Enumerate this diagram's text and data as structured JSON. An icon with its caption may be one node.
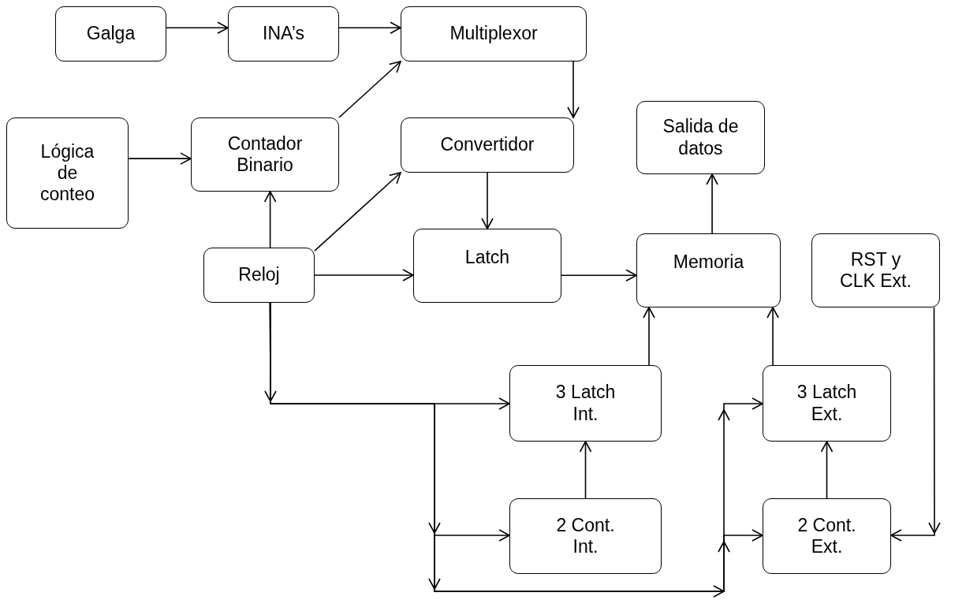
{
  "diagram": {
    "nodes": [
      {
        "text": [
          "Galga"
        ]
      },
      {
        "text": [
          "INA’s"
        ]
      },
      {
        "text": [
          "Multiplexor"
        ]
      },
      {
        "text": [
          "Lógica de conteo"
        ]
      },
      {
        "text": [
          "Contador Binario"
        ]
      },
      {
        "text": [
          "Convertidor"
        ]
      },
      {
        "text": [
          "Salida de datos"
        ]
      },
      {
        "text": [
          "Reloj"
        ]
      },
      {
        "text": [
          "Latch"
        ]
      },
      {
        "text": [
          "Memoria"
        ]
      },
      {
        "text": [
          "RST y CLK Ext."
        ]
      },
      {
        "text": [
          "3 Latch Int."
        ]
      },
      {
        "text": [
          "3 Latch Ext."
        ]
      },
      {
        "text": [
          "2 Cont. Int."
        ]
      },
      {
        "text": [
          "2 Cont. Ext."
        ]
      }
    ],
    "edges": [
      {
        "from": 0,
        "to": 1,
        "arrow": "to"
      },
      {
        "from": 1,
        "to": 2,
        "arrow": "to"
      },
      {
        "from": 3,
        "to": 4,
        "arrow": "to"
      },
      {
        "from": 4,
        "to": 2,
        "arrow": "to"
      },
      {
        "from": 2,
        "to": 5,
        "arrow": "to"
      },
      {
        "from": 7,
        "to": 4,
        "arrow": "to"
      },
      {
        "from": 7,
        "to": 5,
        "arrow": "to"
      },
      {
        "from": 5,
        "to": 8,
        "arrow": "to"
      },
      {
        "from": 7,
        "to": 8,
        "arrow": "to"
      },
      {
        "from": 8,
        "to": 9,
        "arrow": "to"
      },
      {
        "from": 9,
        "to": 6,
        "arrow": "to"
      },
      {
        "from": 7,
        "to": 11,
        "arrow": "to"
      },
      {
        "from": 7,
        "to": 13,
        "arrow": "to"
      },
      {
        "from": 7,
        "to": 14,
        "arrow": "to"
      },
      {
        "from": 7,
        "to": 12,
        "arrow": "to"
      },
      {
        "from": 13,
        "to": 11,
        "arrow": "to"
      },
      {
        "from": 11,
        "to": 9,
        "arrow": "to"
      },
      {
        "from": 14,
        "to": 12,
        "arrow": "to"
      },
      {
        "from": 12,
        "to": 9,
        "arrow": "to"
      },
      {
        "from": 10,
        "to": 14,
        "arrow": "to"
      }
    ]
  }
}
